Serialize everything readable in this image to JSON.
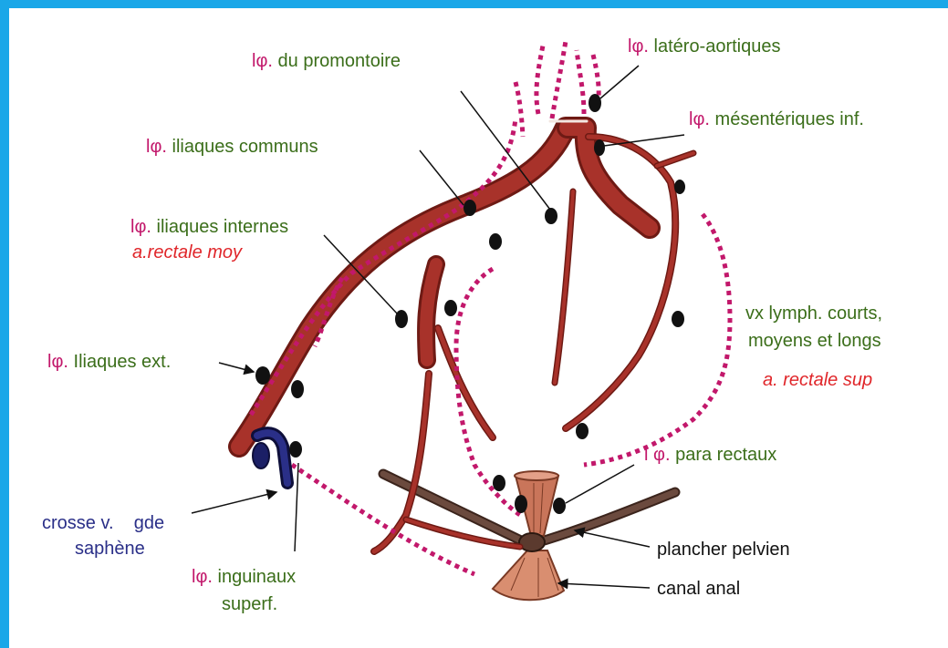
{
  "colors": {
    "frame": "#1aa7e8",
    "vessel_fill": "#a8322a",
    "vessel_edge": "#6e1a14",
    "lymph_vessel": "#c2186b",
    "node": "#111111",
    "green_label": "#3b6e1a",
    "red_label": "#e0262a",
    "vein": "#1b1f66",
    "muscle": "#5b3a2e",
    "anal_canal": "#c9755a"
  },
  "labels": {
    "promontoire": {
      "prefix": "lφ.",
      "text": "du promontoire"
    },
    "latero_aortiques": {
      "prefix": "lφ.",
      "text": "latéro-aortiques"
    },
    "mesenteriques": {
      "prefix": "lφ.",
      "text": "mésentériques inf."
    },
    "iliaques_communs": {
      "prefix": "lφ.",
      "text": "iliaques communs"
    },
    "iliaques_internes": {
      "prefix": "lφ.",
      "text": "iliaques internes"
    },
    "rectale_moy": "a.rectale moy",
    "vx_lymph_1": "vx lymph. courts,",
    "vx_lymph_2": "moyens et longs",
    "rectale_sup": "a. rectale sup",
    "iliaques_ext": {
      "prefix": "lφ.",
      "text": "Iliaques ext."
    },
    "para_rectaux": {
      "prefix": "l φ.",
      "text": "para rectaux"
    },
    "crosse_1": "crosse v.    gde",
    "crosse_2": "saphène",
    "inguinaux_1": {
      "prefix": "lφ.",
      "text": "inguinaux"
    },
    "inguinaux_2": "superf.",
    "plancher": "plancher pelvien",
    "canal": "canal anal"
  }
}
